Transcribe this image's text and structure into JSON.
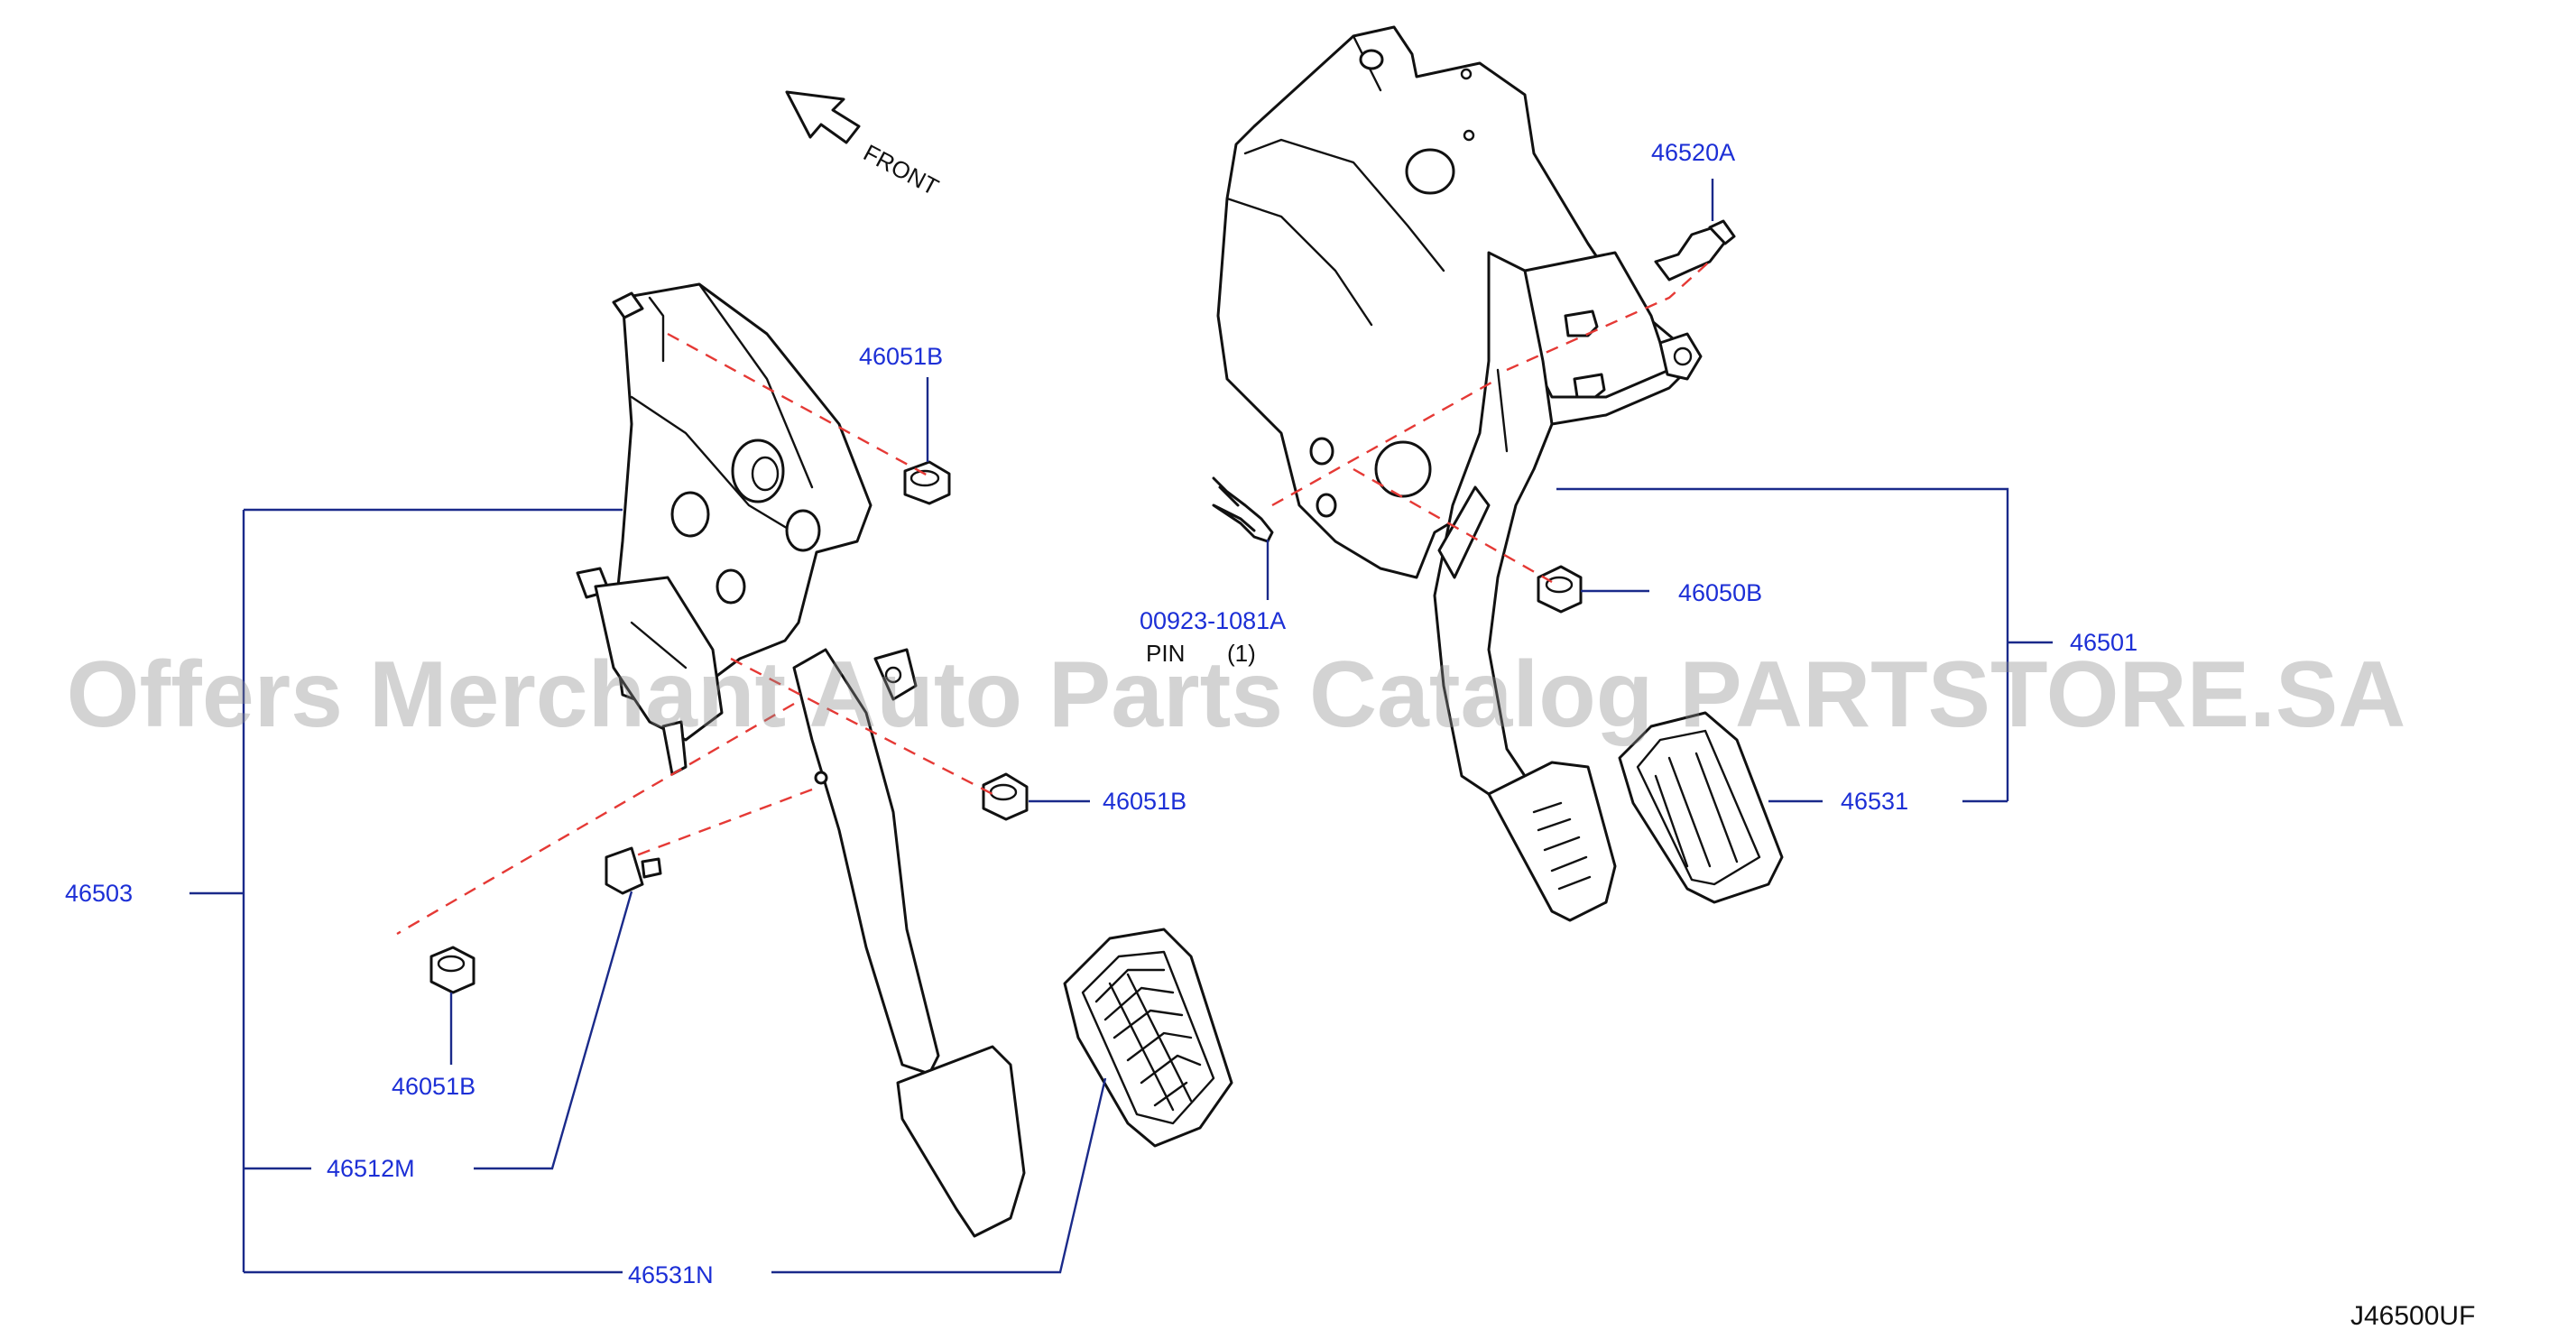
{
  "orientation": {
    "label": "FRONT"
  },
  "watermark": "Offers Merchant Auto Parts Catalog PARTSTORE.SA",
  "diagram_code": "J46500UF",
  "callouts": {
    "nut_left_upper": "46051B",
    "nut_left_mid": "46051B",
    "nut_left_lower": "46051B",
    "clutch_assembly": "46503",
    "stopper_lamp_switch": "46512M",
    "clutch_pad": "46531N",
    "pin_part": "00923-1081A",
    "pin_name": "PIN",
    "pin_qty": "(1)",
    "bolt": "46520A",
    "nut_right": "46050B",
    "brake_assembly": "46501",
    "brake_pad": "46531"
  },
  "colors": {
    "callout_text": "#1c2fd6",
    "leader_line": "#1a2a8a",
    "dashed_line": "#e53935",
    "line_art": "#111111"
  }
}
